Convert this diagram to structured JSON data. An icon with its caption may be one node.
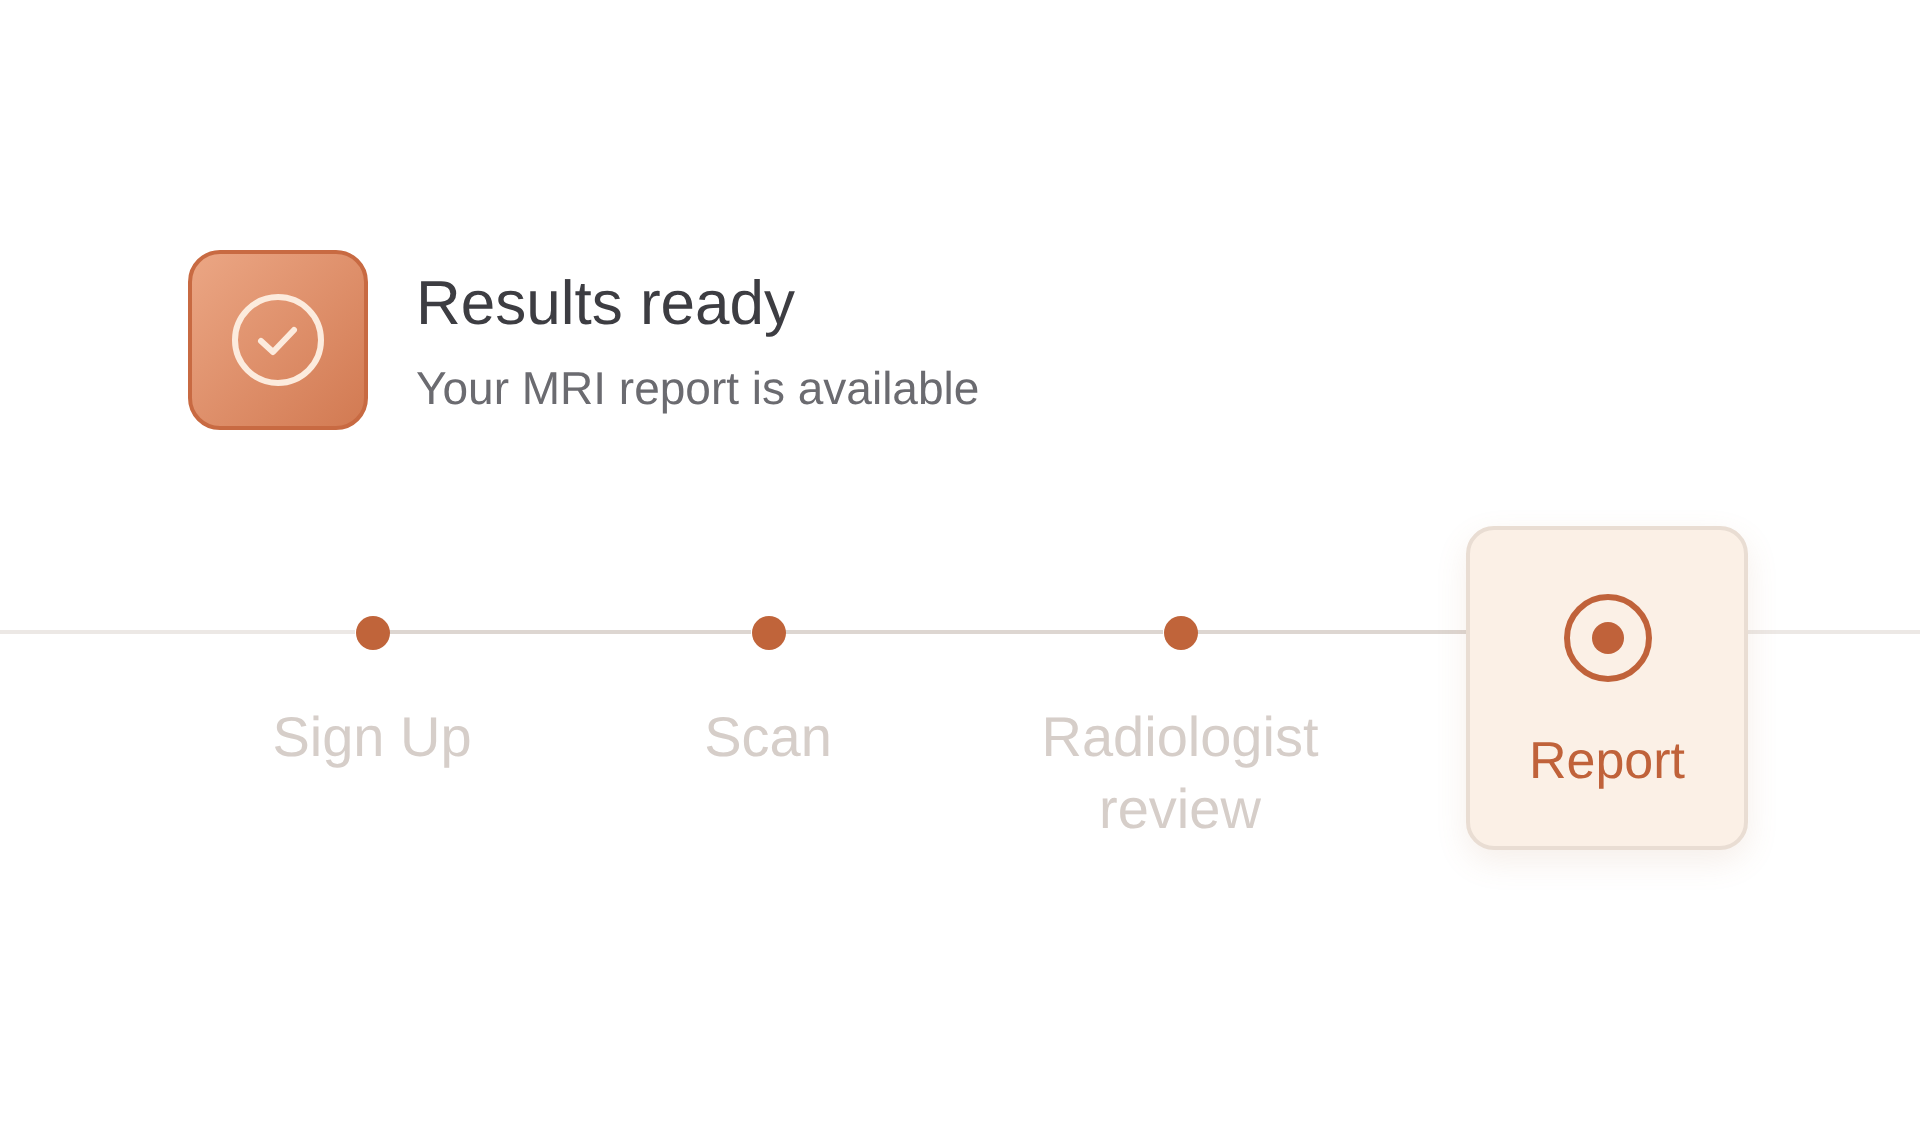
{
  "diagram": {
    "nodes": [
      {
        "text": [],
        "shape": "circle",
        "beside": [
          "Sign Up"
        ]
      },
      {
        "text": [],
        "shape": "circle",
        "beside": [
          "Scan"
        ]
      },
      {
        "text": [],
        "shape": "circle",
        "beside": [
          "Radiologist review"
        ]
      },
      {
        "text": [
          "Report"
        ]
      }
    ],
    "edges": [
      {
        "from": null,
        "to": 0,
        "arrow": "none",
        "color": "#ece8e5"
      },
      {
        "from": 0,
        "to": 1,
        "arrow": "none"
      },
      {
        "from": 1,
        "to": 2,
        "arrow": "none"
      },
      {
        "from": 2,
        "to": 3,
        "arrow": "none"
      },
      {
        "from": 3,
        "to": null,
        "arrow": "none",
        "color": "#ece8e5"
      }
    ],
    "labels": [
      "Results ready",
      "Your MRI report is available"
    ]
  }
}
